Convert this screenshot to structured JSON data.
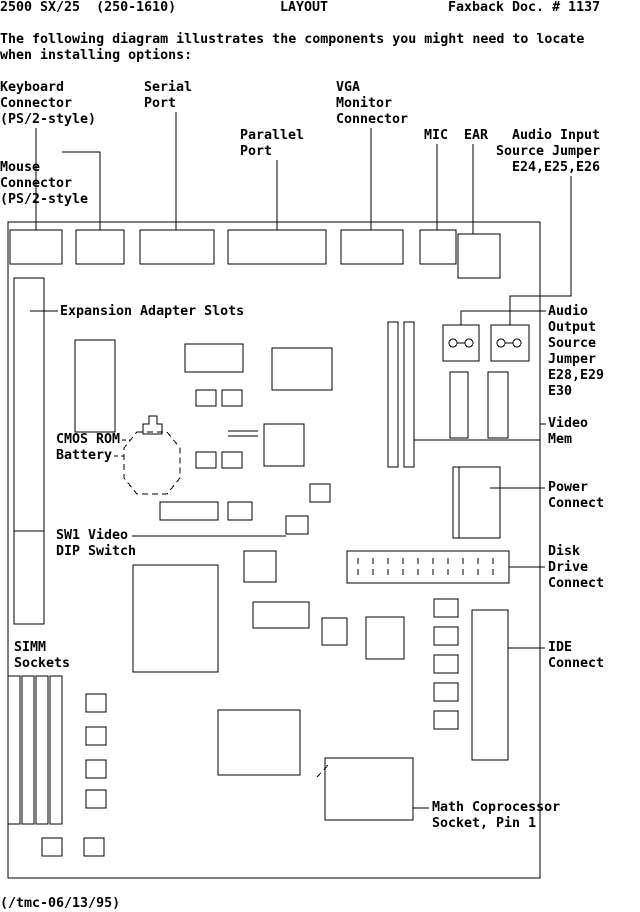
{
  "header": {
    "left": "2500 SX/25  (250-1610)",
    "center": "LAYOUT",
    "right": "Faxback Doc. # 1137"
  },
  "intro": [
    "The following diagram illustrates the components you might need to locate",
    "when installing options:"
  ],
  "labels": {
    "keyboard": [
      "Keyboard",
      "Connector",
      "(PS/2-style)"
    ],
    "serial": [
      "Serial",
      "Port"
    ],
    "vga": [
      "VGA",
      "Monitor",
      "Connector"
    ],
    "parallel": [
      "Parallel",
      "Port"
    ],
    "mic": "MIC",
    "ear": "EAR",
    "audio_input": [
      "Audio Input",
      "Source Jumper",
      "E24,E25,E26"
    ],
    "mouse": [
      "Mouse",
      "Connector",
      "(PS/2-style"
    ],
    "expansion": "Expansion Adapter Slots",
    "cmos_battery": [
      "CMOS ROM",
      "Battery"
    ],
    "sw1": [
      "SW1 Video",
      "DIP Switch"
    ],
    "simm": [
      "SIMM",
      "Sockets"
    ],
    "audio_output": [
      "Audio",
      "Output",
      "Source",
      "Jumper",
      "E28,E29",
      "E30"
    ],
    "video_mem": [
      "Video",
      "Mem"
    ],
    "power": [
      "Power",
      "Connect"
    ],
    "disk": [
      "Disk",
      "Drive",
      "Connect"
    ],
    "ide": [
      "IDE",
      "Connect"
    ],
    "math": [
      "Math Coprocessor",
      "Socket, Pin 1"
    ]
  },
  "footer": "(/tmc-06/13/95)"
}
